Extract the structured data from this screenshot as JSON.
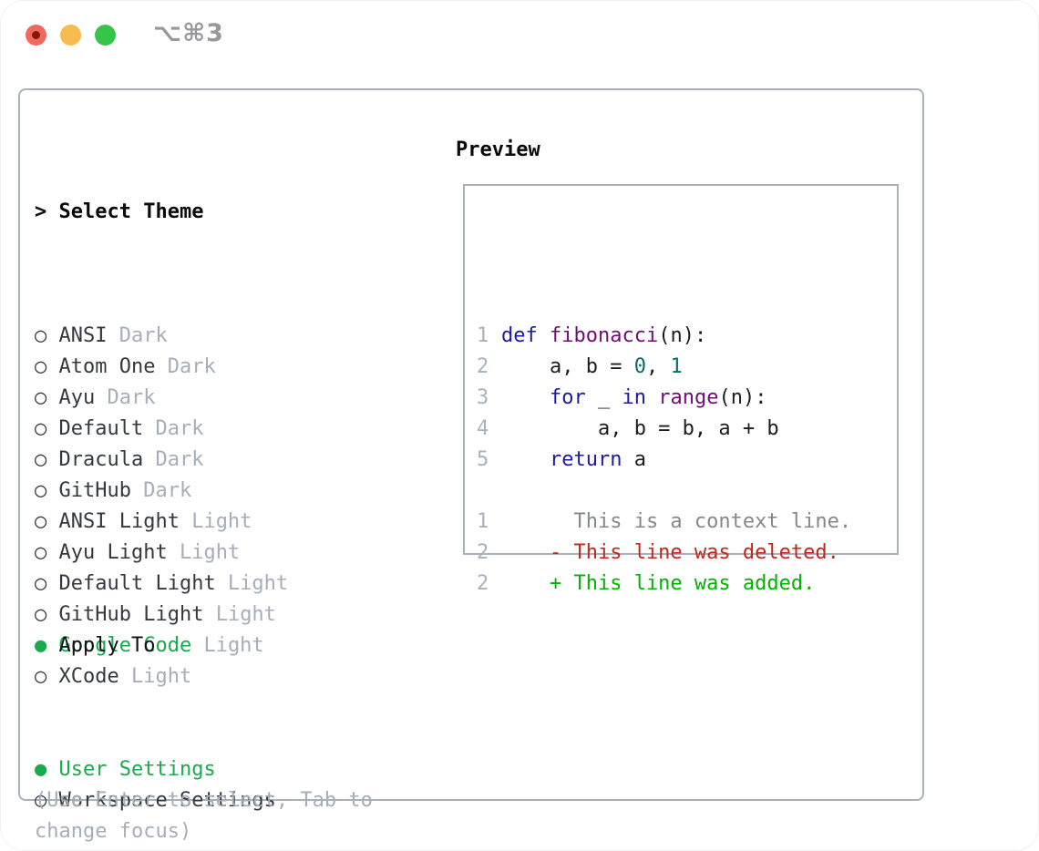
{
  "window": {
    "title": "⌥⌘3",
    "traffic_lights": [
      {
        "name": "close",
        "color": "#ee6a5f"
      },
      {
        "name": "minimize",
        "color": "#f6bd4e"
      },
      {
        "name": "zoom",
        "color": "#36c54a"
      }
    ]
  },
  "theme_picker": {
    "header": {
      "focus_indicator": "> ",
      "label": "Select Theme"
    },
    "marker_unselected": "○ ",
    "marker_selected": "● ",
    "themes": [
      {
        "label": "ANSI",
        "variant": "Dark",
        "selected": false
      },
      {
        "label": "Atom One",
        "variant": "Dark",
        "selected": false
      },
      {
        "label": "Ayu",
        "variant": "Dark",
        "selected": false
      },
      {
        "label": "Default",
        "variant": "Dark",
        "selected": false
      },
      {
        "label": "Dracula",
        "variant": "Dark",
        "selected": false
      },
      {
        "label": "GitHub",
        "variant": "Dark",
        "selected": false
      },
      {
        "label": "ANSI Light",
        "variant": "Light",
        "selected": false
      },
      {
        "label": "Ayu Light",
        "variant": "Light",
        "selected": false
      },
      {
        "label": "Default Light",
        "variant": "Light",
        "selected": false
      },
      {
        "label": "GitHub Light",
        "variant": "Light",
        "selected": false
      },
      {
        "label": "Google Code",
        "variant": "Light",
        "selected": true
      },
      {
        "label": "XCode",
        "variant": "Light",
        "selected": false
      }
    ],
    "apply_to": {
      "label": "Apply To",
      "options": [
        {
          "label": "User Settings",
          "selected": true
        },
        {
          "label": "Workspace Settings",
          "selected": false
        }
      ]
    },
    "hint_lines": [
      "(Use Enter to select, Tab to",
      "change focus)"
    ],
    "colors": {
      "selected_green": "#1aa94c",
      "item_text": "#34383f",
      "variant_text": "#a6aeba",
      "hint_text": "#a6aeba",
      "panel_border": "#a9b0ba"
    }
  },
  "preview": {
    "label": "Preview",
    "lines": [
      {
        "num": "1",
        "tokens": [
          {
            "t": "def",
            "c": "kw"
          },
          {
            "t": " ",
            "c": "pl"
          },
          {
            "t": "fibonacci",
            "c": "fn"
          },
          {
            "t": "(n):",
            "c": "pl"
          }
        ]
      },
      {
        "num": "2",
        "tokens": [
          {
            "t": "    a, b = ",
            "c": "pl"
          },
          {
            "t": "0",
            "c": "num"
          },
          {
            "t": ", ",
            "c": "pl"
          },
          {
            "t": "1",
            "c": "num"
          }
        ]
      },
      {
        "num": "3",
        "tokens": [
          {
            "t": "    ",
            "c": "pl"
          },
          {
            "t": "for",
            "c": "kw"
          },
          {
            "t": " _ ",
            "c": "pl"
          },
          {
            "t": "in",
            "c": "kw"
          },
          {
            "t": " ",
            "c": "pl"
          },
          {
            "t": "range",
            "c": "fn"
          },
          {
            "t": "(n):",
            "c": "pl"
          }
        ]
      },
      {
        "num": "4",
        "tokens": [
          {
            "t": "        a, b = b, a + b",
            "c": "pl"
          }
        ]
      },
      {
        "num": "5",
        "tokens": [
          {
            "t": "    ",
            "c": "pl"
          },
          {
            "t": "return",
            "c": "kw"
          },
          {
            "t": " a",
            "c": "pl"
          }
        ]
      },
      {
        "num": "",
        "tokens": []
      },
      {
        "num": "1",
        "tokens": [
          {
            "t": "      This is a context line.",
            "c": "ctx"
          }
        ]
      },
      {
        "num": "2",
        "tokens": [
          {
            "t": "    - This line was deleted.",
            "c": "del"
          }
        ]
      },
      {
        "num": "2",
        "tokens": [
          {
            "t": "    + This line was added.",
            "c": "add"
          }
        ]
      }
    ],
    "colors": {
      "keyword": "#1a1aa6",
      "function": "#6f0e73",
      "number_literal": "#0b6b6b",
      "plain": "#1d1d1f",
      "gutter": "#a6b2c0",
      "context": "#85888b",
      "deleted": "#c3261c",
      "added": "#02b102"
    }
  }
}
